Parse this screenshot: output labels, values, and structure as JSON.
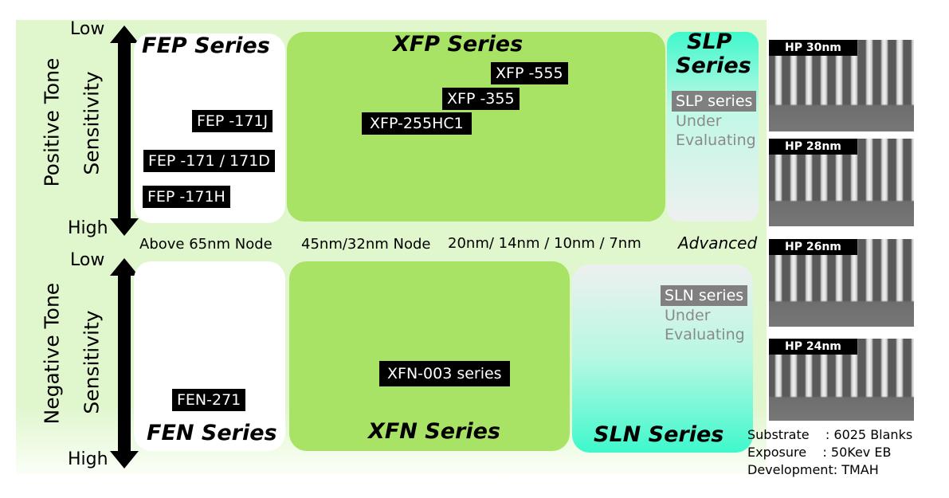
{
  "positive": {
    "tone": "Positive Tone",
    "sensitivity": "Sensitivity",
    "low": "Low",
    "high": "High"
  },
  "negative": {
    "tone": "Negative Tone",
    "sensitivity": "Sensitivity",
    "low": "Low",
    "high": "High"
  },
  "nodes": [
    "Above 65nm Node",
    "45nm/32nm Node",
    "20nm/ 14nm / 10nm / 7nm",
    "Advanced"
  ],
  "fep": {
    "title": "FEP Series",
    "products": [
      "FEP -171J",
      "FEP -171 / 171D",
      "FEP -171H"
    ]
  },
  "xfp": {
    "title": "XFP Series",
    "products": [
      "XFP -555",
      "XFP -355",
      "XFP-255HC1"
    ]
  },
  "slp": {
    "title_line1": "SLP",
    "title_line2": "Series",
    "label": "SLP series",
    "status_line1": "Under",
    "status_line2": "Evaluating"
  },
  "fen": {
    "title": "FEN Series",
    "products": [
      "FEN-271"
    ]
  },
  "xfn": {
    "title": "XFN Series",
    "products": [
      "XFN-003 series"
    ]
  },
  "sln": {
    "title": "SLN Series",
    "label": "SLN series",
    "status_line1": "Under",
    "status_line2": "Evaluating"
  },
  "sem": [
    "HP 30nm",
    "HP 28nm",
    "HP 26nm",
    "HP 24nm"
  ],
  "conditions": [
    {
      "key": "Substrate",
      "sep": "    : ",
      "value": "6025 Blanks"
    },
    {
      "key": "Exposure",
      "sep": "    : ",
      "value": "50Kev EB"
    },
    {
      "key": "Development",
      "sep": ": ",
      "value": "TMAH"
    }
  ]
}
